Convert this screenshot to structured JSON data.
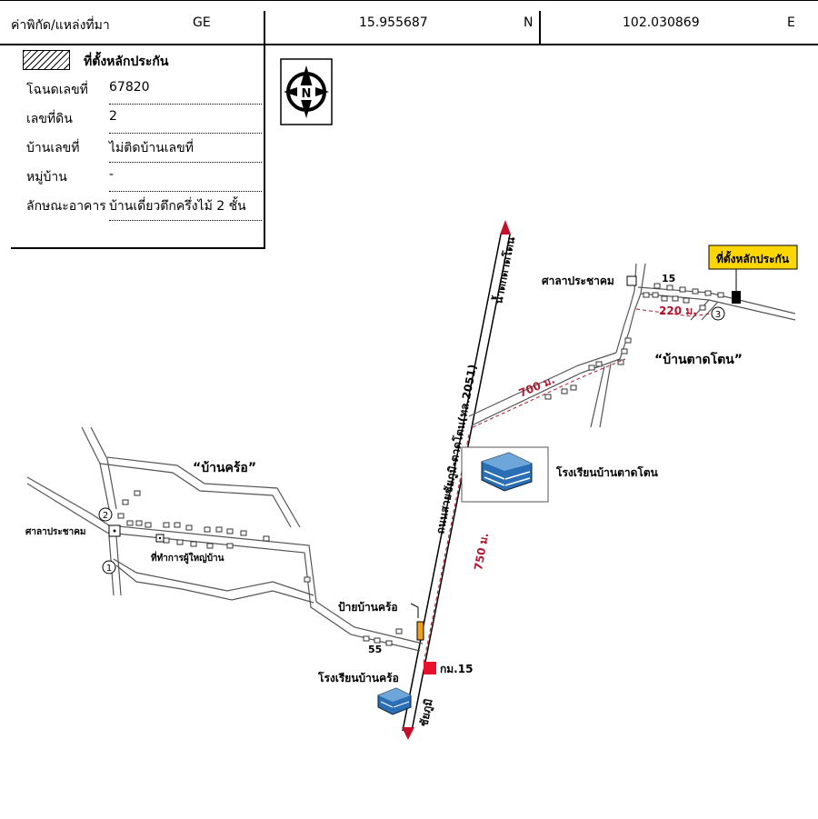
{
  "header": {
    "label": "ค่าพิกัด/แหล่งที่มา",
    "source": "GE",
    "lat": "15.955687",
    "lat_dir": "N",
    "lon": "102.030869",
    "lon_dir": "E"
  },
  "info": {
    "legend": "ที่ตั้งหลักประกัน",
    "rows": [
      {
        "label": "โฉนดเลขที่",
        "value": "67820"
      },
      {
        "label": "เลขที่ดิน",
        "value": "2"
      },
      {
        "label": "บ้านเลขที่",
        "value": "ไม่ติดบ้านเลขที่"
      },
      {
        "label": "หมู่บ้าน",
        "value": "-"
      },
      {
        "label": "ลักษณะอาคาร",
        "value": "บ้านเดี่ยวตึกครึ่งไม้ 2 ชั้น"
      }
    ]
  },
  "map": {
    "north": "N",
    "road_name": "ถนนสายชัยภูมิ-ตาดโตน(ทล.2051)",
    "to_tadton": "น้ำตกตาดโตน",
    "to_chaiyaphum": "ชัยภูมิ",
    "collateral": "ที่ตั้งหลักประกัน",
    "village_tadton": "“บ้านตาดโตน”",
    "village_khro": "“บ้านคร้อ”",
    "hall_tadton": "ศาลาประชาคม",
    "hall_khro": "ศาลาประชาคม",
    "headman": "ที่ทำการผู้ใหญ่บ้าน",
    "school_tadton": "โรงเรียนบ้านตาดโตน",
    "school_khro": "โรงเรียนบ้านคร้อ",
    "sign_khro": "ป้ายบ้านคร้อ",
    "km": "กม.15",
    "dist_220": "220 ม.",
    "dist_700": "700 ม.",
    "dist_750": "750 ม.",
    "num_15": "15",
    "num_55": "55",
    "mark_1": "1",
    "mark_2": "2",
    "mark_3": "3"
  },
  "colors": {
    "distance": "#b0182e",
    "highlight": "#ffd700",
    "km": "#e8102a",
    "school": "#2a6fb5"
  }
}
